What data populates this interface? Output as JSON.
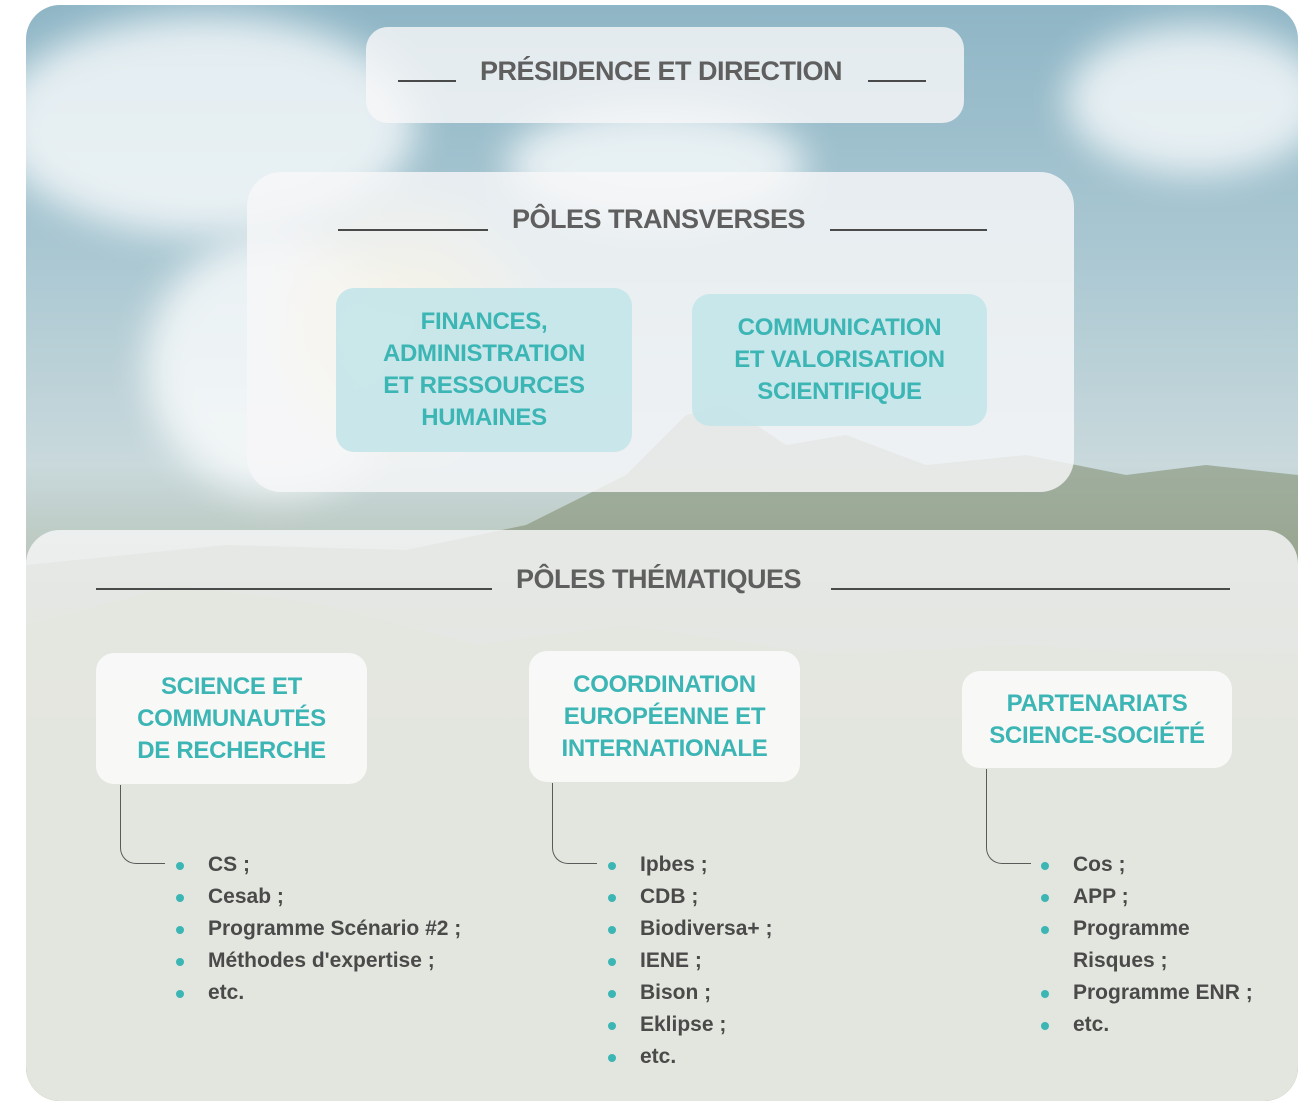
{
  "colors": {
    "accent": "#3cb5b5",
    "heading": "#5f5f5f",
    "text": "#4a4a4a"
  },
  "presidence": {
    "title": "PRÉSIDENCE ET DIRECTION"
  },
  "transverses": {
    "title": "PÔLES TRANSVERSES",
    "boxes": [
      {
        "lines": [
          "FINANCES,",
          "ADMINISTRATION",
          "ET RESSOURCES",
          "HUMAINES"
        ]
      },
      {
        "lines": [
          "COMMUNICATION",
          "ET VALORISATION",
          "SCIENTIFIQUE"
        ]
      }
    ]
  },
  "thematiques": {
    "title": "PÔLES THÉMATIQUES",
    "poles": [
      {
        "lines": [
          "SCIENCE ET",
          "COMMUNAUTÉS",
          "DE RECHERCHE"
        ],
        "items": [
          "CS ;",
          "Cesab ;",
          "Programme Scénario #2 ;",
          "Méthodes d'expertise ;",
          "etc."
        ]
      },
      {
        "lines": [
          "COORDINATION",
          "EUROPÉENNE ET",
          "INTERNATIONALE"
        ],
        "items": [
          "Ipbes ;",
          "CDB ;",
          "Biodiversa+ ;",
          "IENE ;",
          "Bison ;",
          "Eklipse ;",
          "etc."
        ]
      },
      {
        "lines": [
          "PARTENARIATS",
          "SCIENCE-SOCIÉTÉ"
        ],
        "items": [
          "Cos ;",
          "APP ;",
          "Programme",
          "Risques ;",
          "Programme ENR ;",
          "etc."
        ]
      }
    ]
  }
}
